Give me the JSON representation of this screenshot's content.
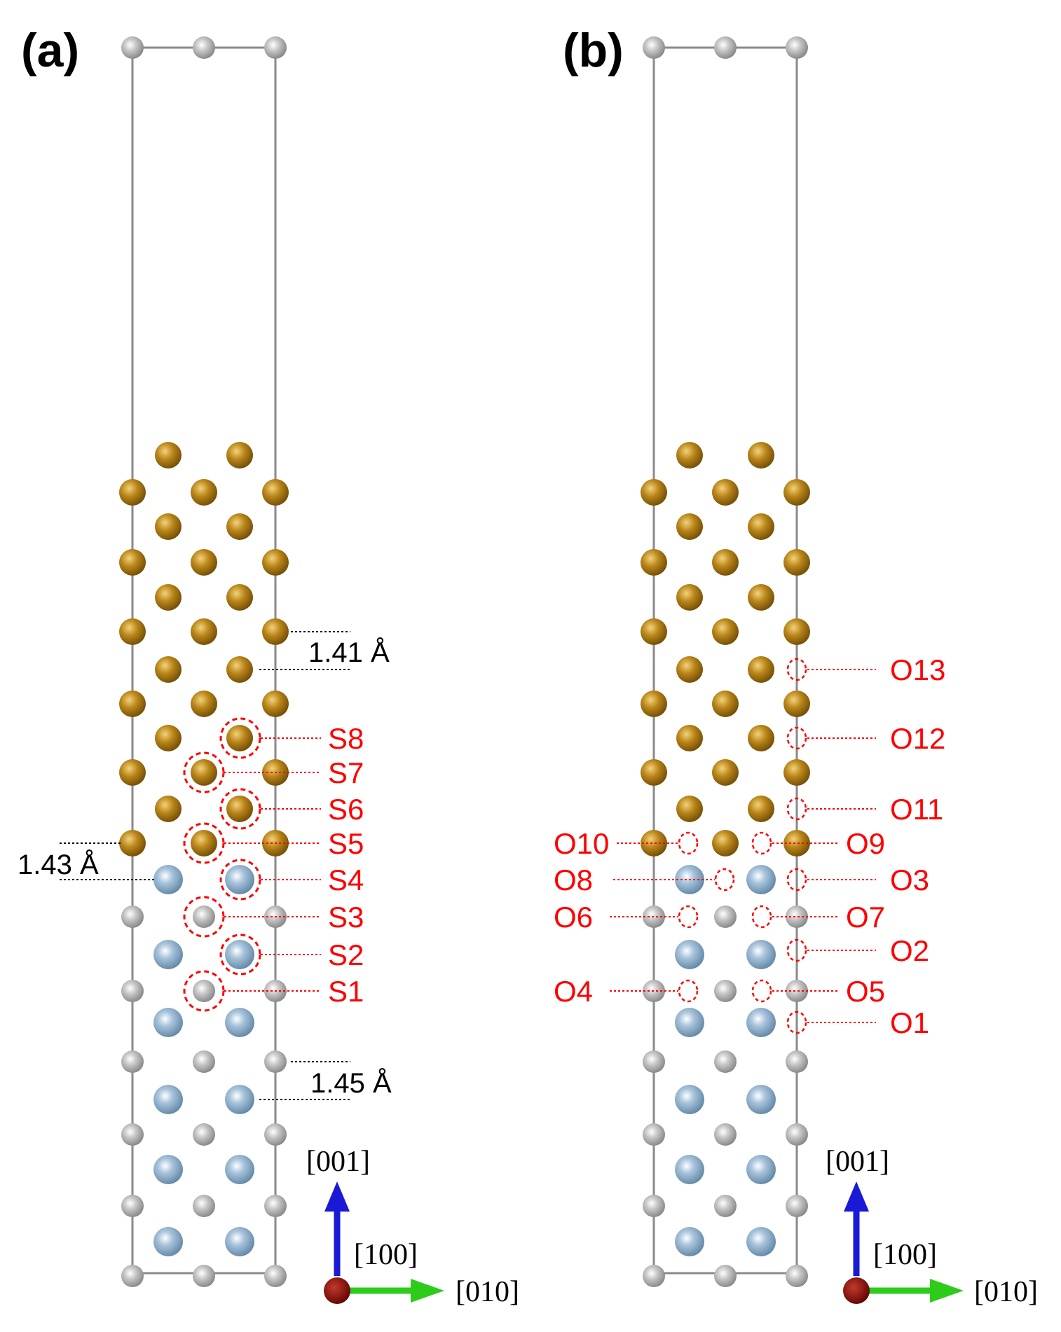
{
  "panels": [
    {
      "label": "(a)",
      "distances": [
        "1.41 Å",
        "1.43 Å",
        "1.45 Å"
      ],
      "sites": [
        "S1",
        "S2",
        "S3",
        "S4",
        "S5",
        "S6",
        "S7",
        "S8"
      ],
      "axes": {
        "vertical": "[001]",
        "out_of_plane": "[100]",
        "horizontal": "[010]"
      }
    },
    {
      "label": "(b)",
      "sites": [
        "O1",
        "O2",
        "O3",
        "O4",
        "O5",
        "O6",
        "O7",
        "O8",
        "O9",
        "O10",
        "O11",
        "O12",
        "O13"
      ],
      "axes": {
        "vertical": "[001]",
        "out_of_plane": "[100]",
        "horizontal": "[010]"
      }
    }
  ],
  "colors": {
    "gold_atom": "#a8740f",
    "blue_atom": "#6f97b8",
    "gray_atom": "#9a9a9a",
    "cell_edge": "#8a8a8a",
    "site_marker": "#ff0000",
    "axis_z": "#1a1ad6",
    "axis_y": "#2ecc1a",
    "axis_x_dot": "#7a0000"
  }
}
